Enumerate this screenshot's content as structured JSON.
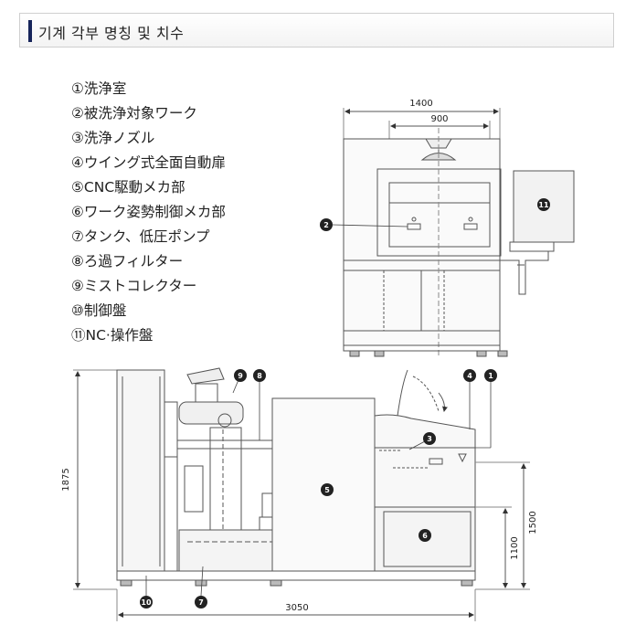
{
  "header": {
    "title": "기계 각부 명칭 및 치수"
  },
  "legend": [
    "①洗浄室",
    "②被洗浄対象ワーク",
    "③洗浄ノズル",
    "④ウイング式全面自動扉",
    "⑤CNC駆動メカ部",
    "⑥ワーク姿勢制御メカ部",
    "⑦タンク、低圧ポンプ",
    "⑧ろ過フィルター",
    "⑨ミストコレクター",
    "⑩制御盤",
    "⑪NC·操作盤"
  ],
  "dimensions": {
    "front_width": "1400",
    "inner_width": "900",
    "side_length": "3050",
    "height_total": "1875",
    "height_1500": "1500",
    "height_1100": "1100"
  },
  "callouts": {
    "c1": "1",
    "c2": "2",
    "c3": "3",
    "c4": "4",
    "c5": "5",
    "c6": "6",
    "c7": "7",
    "c8": "8",
    "c9": "9",
    "c10": "10",
    "c11": "11"
  }
}
